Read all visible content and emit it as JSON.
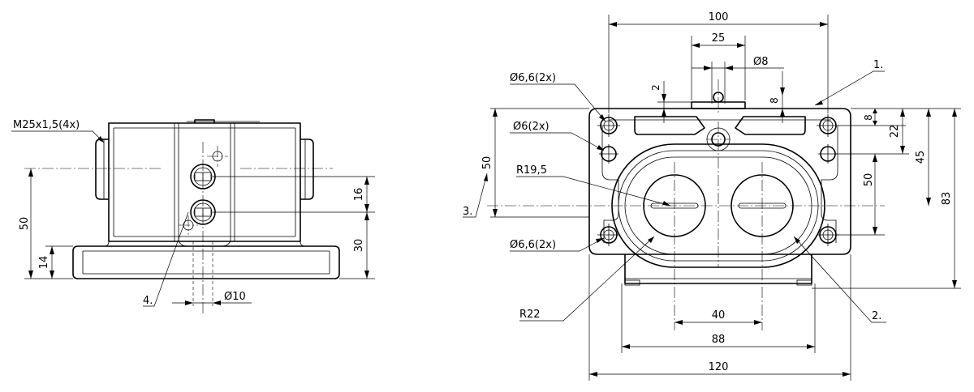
{
  "labels": {
    "thread": "M25x1,5(4x)",
    "d_50_left": "50",
    "d_14": "14",
    "d_16": "16",
    "d_30": "30",
    "d_phi10": "Ø10",
    "callout_4": "4.",
    "d_100": "100",
    "d_25": "25",
    "d_phi8": "Ø8",
    "d_2": "2",
    "d_8_top": "8",
    "callout_1": "1.",
    "hole_a": "Ø6,6(2x)",
    "hole_b": "Ø6(2x)",
    "r195": "R19,5",
    "d_50_mid": "50",
    "callout_3": "3.",
    "hole_c": "Ø6,6(2x)",
    "d_8_right": "8",
    "d_22": "22",
    "d_45": "45",
    "d_50_right": "50",
    "d_83": "83",
    "r22": "R22",
    "d_40": "40",
    "d_88": "88",
    "d_120": "120",
    "callout_2": "2."
  }
}
